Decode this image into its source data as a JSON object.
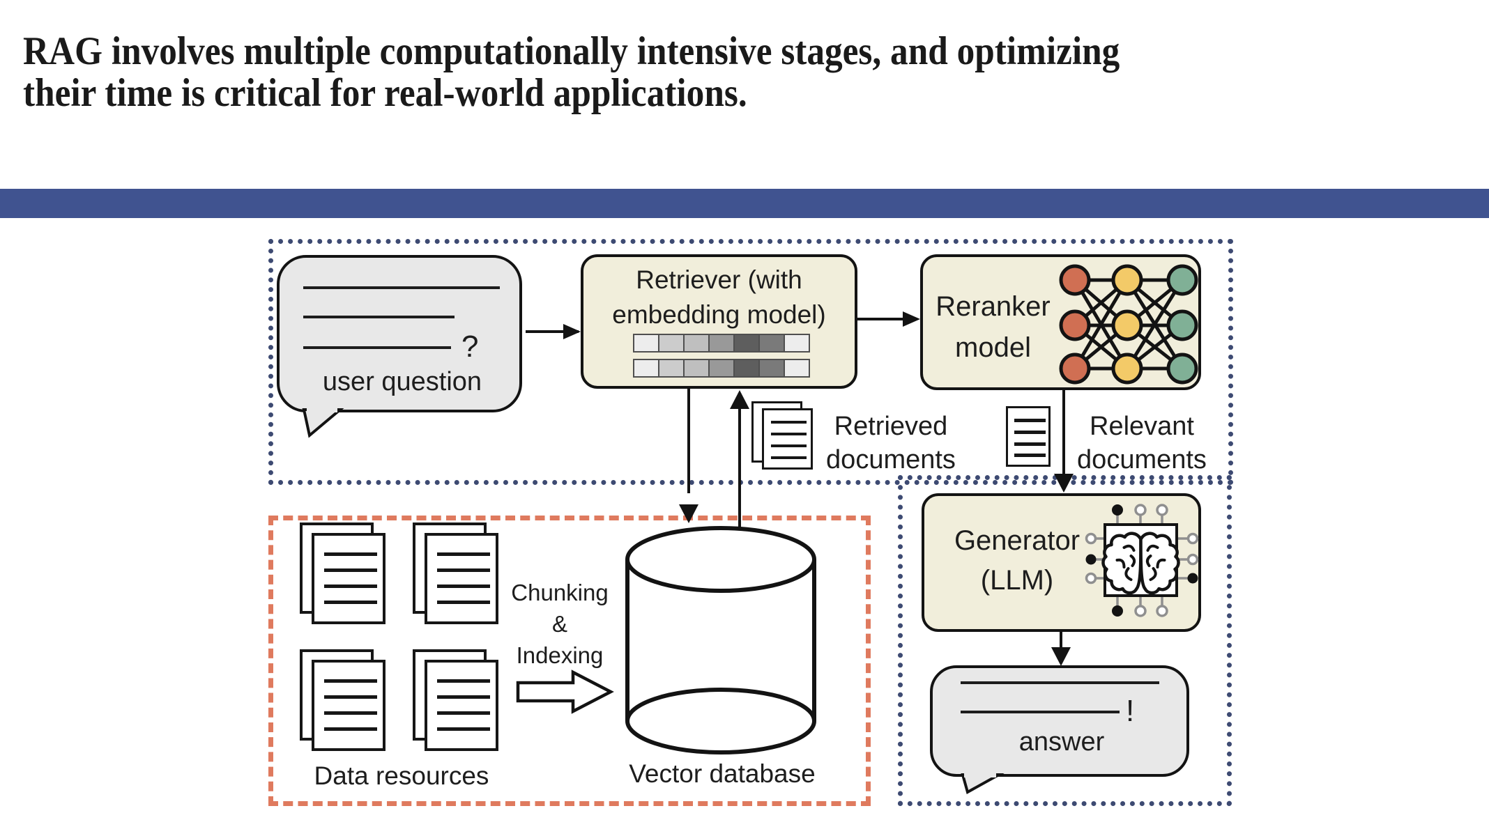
{
  "title": {
    "line1": "RAG involves multiple computationally intensive stages, and optimizing",
    "line2": "their time is critical for real-world applications."
  },
  "colors": {
    "title_red": "#a23a29",
    "divider_blue": "#405390",
    "box_cream": "#f1eedb",
    "bubble_gray": "#e8e8e8",
    "stroke_black": "#131313",
    "navy_dots": "#3d4a72",
    "orange_dots": "#df7a5e",
    "nn_input": "#d06f53",
    "nn_hidden": "#f3ca68",
    "nn_output": "#80b096",
    "embedding_cells": [
      "#ededed",
      "#cccccc",
      "#bfbfbf",
      "#999999",
      "#5e5e5e",
      "#7a7a7a",
      "#ededed"
    ]
  },
  "diagram": {
    "user_question": {
      "label": "user question",
      "question_mark": "?"
    },
    "retriever": {
      "line1": "Retriever (with",
      "line2": "embedding model)"
    },
    "reranker": {
      "line1": "Reranker",
      "line2": "model"
    },
    "retrieved_documents": {
      "line1": "Retrieved",
      "line2": "documents"
    },
    "relevant_documents": {
      "line1": "Relevant",
      "line2": "documents"
    },
    "generator": {
      "line1": "Generator",
      "line2": "(LLM)"
    },
    "answer": {
      "label": "answer",
      "exclamation_mark": "!"
    },
    "indexing": {
      "line1": "Chunking",
      "line2": "&",
      "line3": "Indexing"
    },
    "data_resources": {
      "label": "Data resources"
    },
    "vector_database": {
      "label": "Vector database"
    }
  }
}
